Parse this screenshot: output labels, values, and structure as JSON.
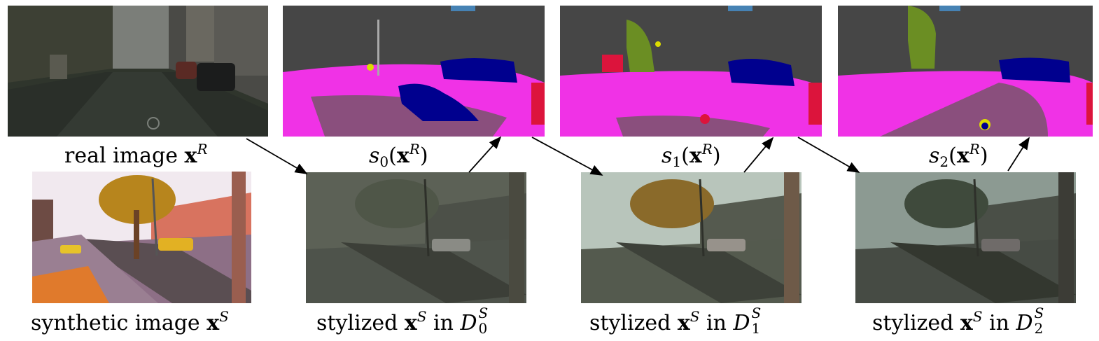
{
  "captions": {
    "real": {
      "prefix": "real image ",
      "bold": "x",
      "sup": "R"
    },
    "seg0": {
      "fn": "s",
      "sub": "0",
      "bold": "x",
      "sup": "R"
    },
    "seg1": {
      "fn": "s",
      "sub": "1",
      "bold": "x",
      "sup": "R"
    },
    "seg2": {
      "fn": "s",
      "sub": "2",
      "bold": "x",
      "sup": "R"
    },
    "synthetic": {
      "prefix": "synthetic image ",
      "bold": "x",
      "sup": "S"
    },
    "stylized0": {
      "prefix": "stylized ",
      "bold": "x",
      "sup": "S",
      "mid": " in ",
      "D": "D",
      "Dsup": "S",
      "Dsub": "0"
    },
    "stylized1": {
      "prefix": "stylized ",
      "bold": "x",
      "sup": "S",
      "mid": " in ",
      "D": "D",
      "Dsup": "S",
      "Dsub": "1"
    },
    "stylized2": {
      "prefix": "stylized ",
      "bold": "x",
      "sup": "S",
      "mid": " in ",
      "D": "D",
      "Dsup": "S",
      "Dsub": "2"
    }
  },
  "colors": {
    "road_pink": "#f032e6",
    "sky_gray": "#464646",
    "car_blue": "#00008e",
    "vegetation": "#6b8e23",
    "person_red": "#dc143c",
    "sidewalk_mauve": "#8a4f7d",
    "sky_blue": "#4682b4"
  }
}
